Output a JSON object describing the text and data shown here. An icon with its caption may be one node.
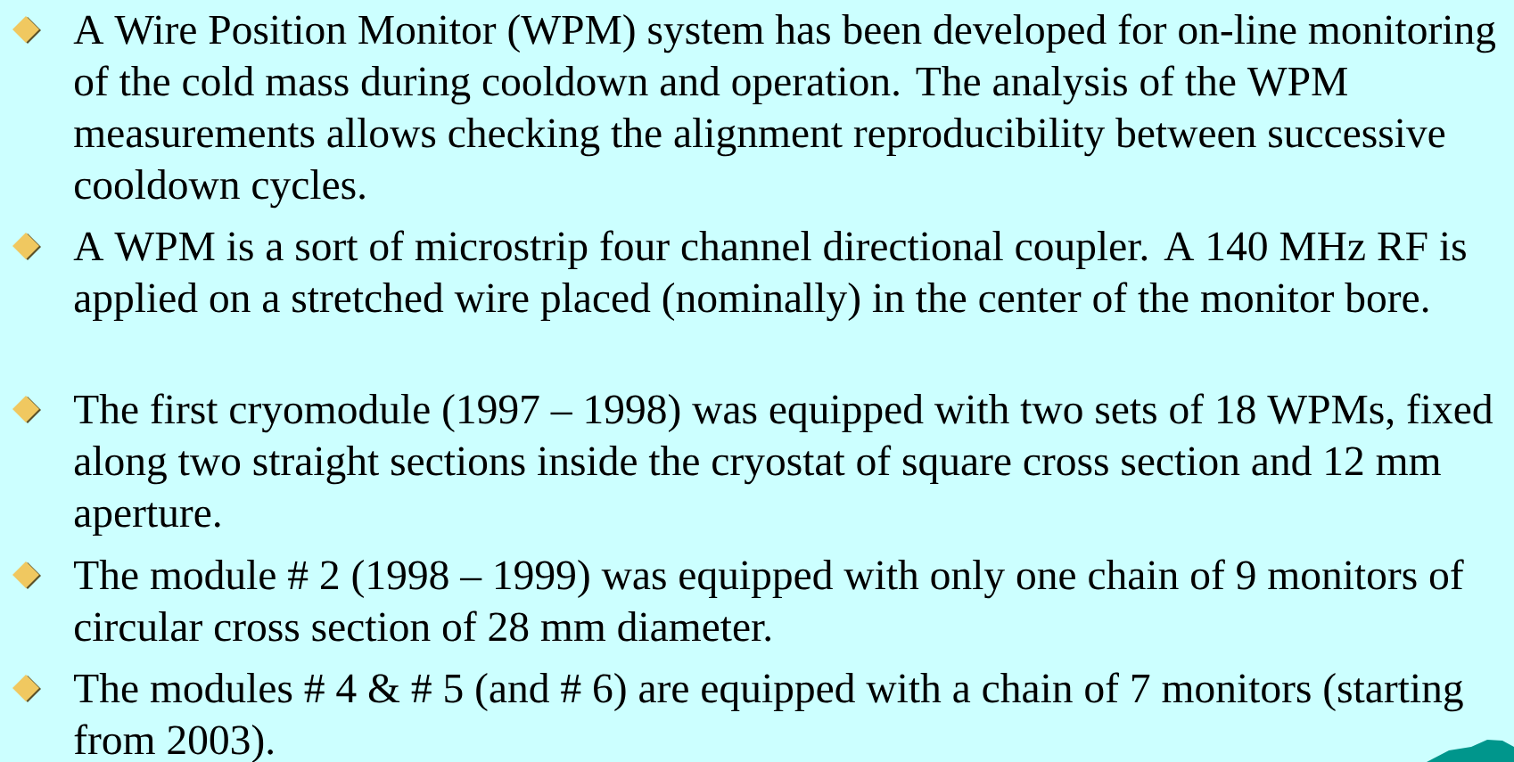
{
  "diagram": {
    "labels": [
      "A Wire Position Monitor (WPM) system has been developed for on-line monitoring of the cold mass during cooldown and operation. The analysis of the WPM measurements allows checking the alignment reproducibility between successive cooldown cycles.",
      "A WPM is a sort of microstrip four channel directional coupler. A 140 MHz RF is applied on a stretched wire placed (nominally) in the center of the monitor bore.",
      "The first cryomodule (1997 – 1998) was equipped with two sets of 18 WPMs, fixed along two straight sections inside the cryostat of square cross section and 12 mm aperture.",
      "The module # 2 (1998 – 1999) was equipped with only one chain of 9 monitors of circular cross section of 28 mm diameter.",
      "The modules # 4 & # 5 (and # 6) are equipped with a chain of 7 monitors (starting from 2003)."
    ]
  }
}
